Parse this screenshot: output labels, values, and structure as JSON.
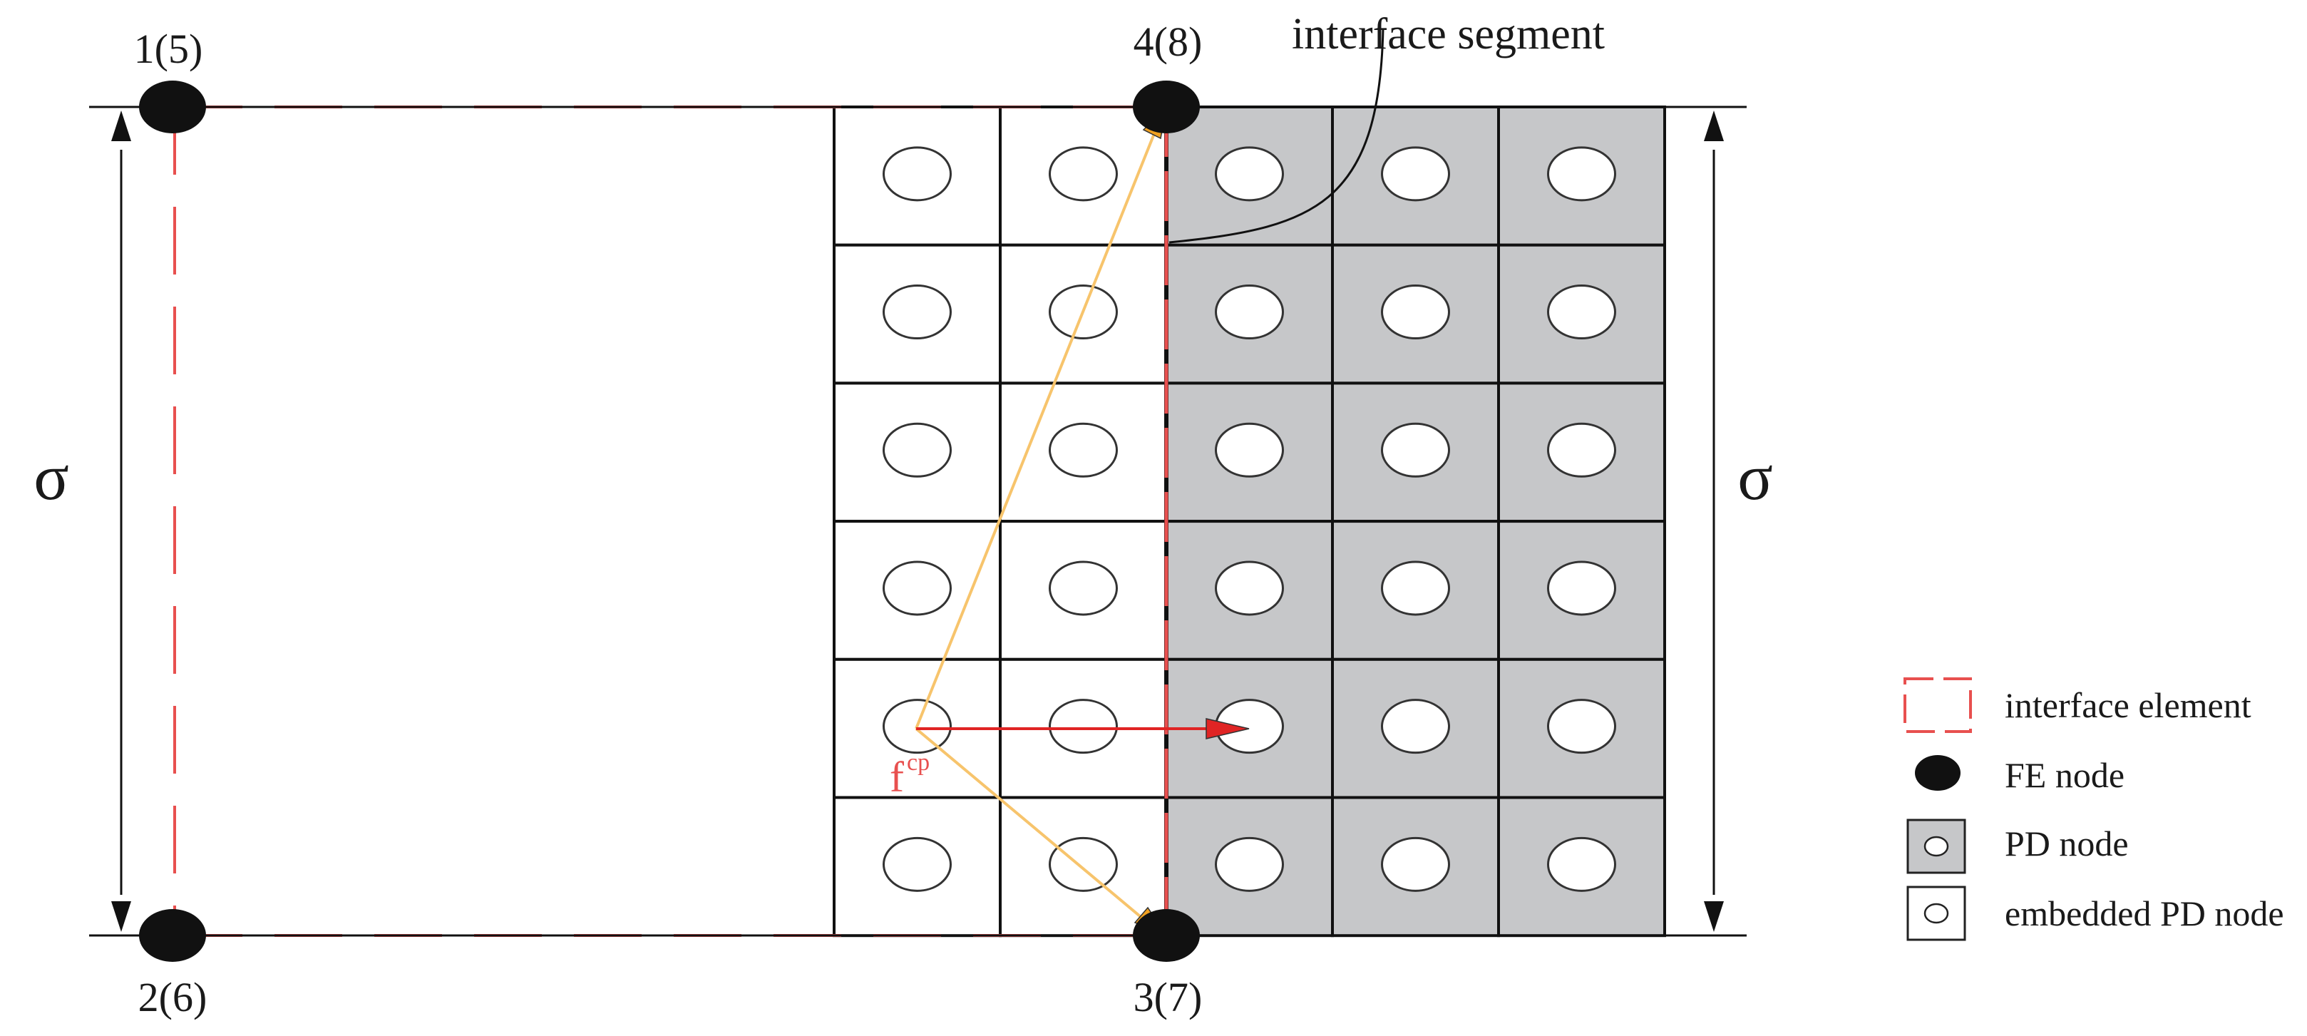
{
  "nodes": {
    "top_left": "1(5)",
    "bottom_left": "2(6)",
    "bottom_right": "3(7)",
    "top_right": "4(8)"
  },
  "stress": {
    "left": "σ",
    "right": "σ"
  },
  "annotation": {
    "interface_segment": "interface segment",
    "force_label": "f",
    "force_superscript": "cp"
  },
  "legend": {
    "interface_element": "interface element",
    "fe_node": "FE node",
    "pd_node": "PD node",
    "embedded_pd_node": "embedded PD node"
  },
  "grid": {
    "rows": 6,
    "embedded_columns": 2,
    "pd_columns": 3
  },
  "colors": {
    "interface_dash": "#e8504f",
    "pd_fill": "#c6c7c9",
    "fe_node": "#111111",
    "force_arrow": "#e02424",
    "bond_line": "#f7c46c",
    "bond_arrowhead": "#f0a020"
  }
}
